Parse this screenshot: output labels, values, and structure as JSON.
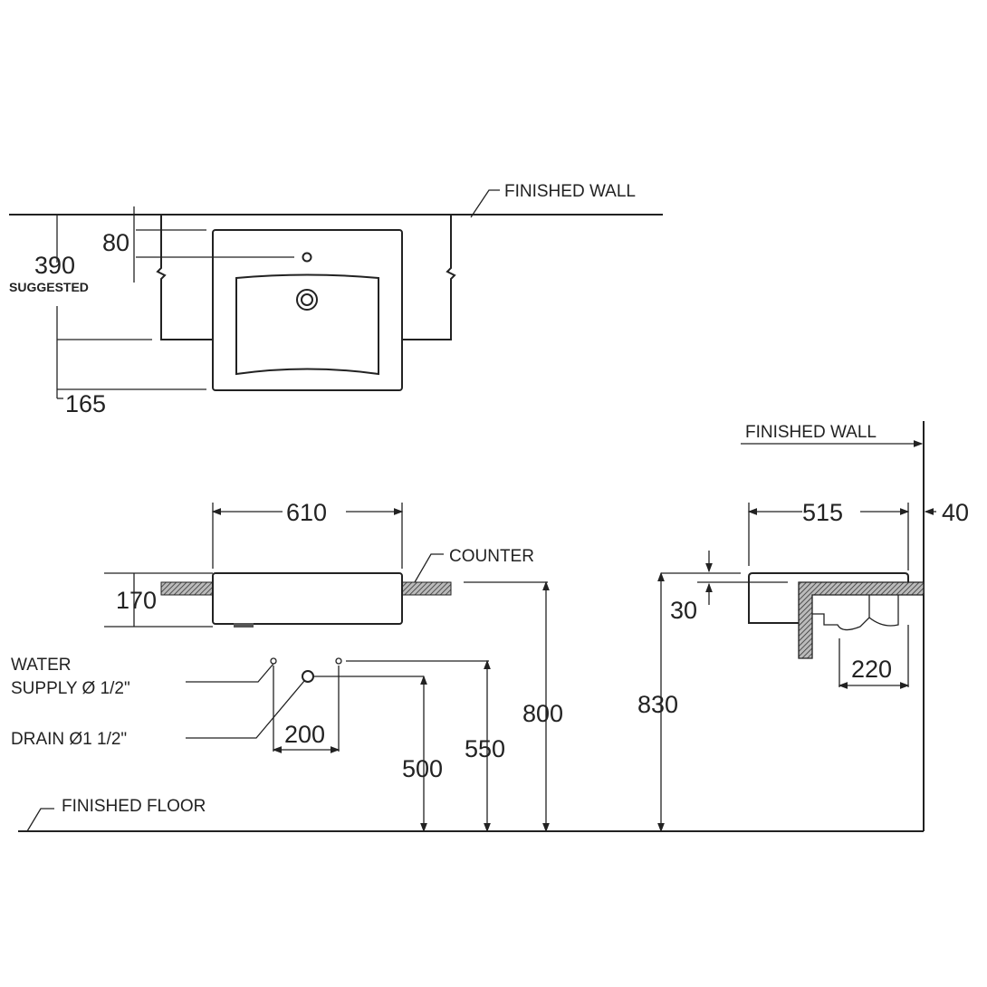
{
  "plan_view": {
    "finished_wall_label": "FINISHED WALL",
    "dim_80": "80",
    "dim_390": "390",
    "suggested_label": "SUGGESTED",
    "dim_165": "165"
  },
  "front_view": {
    "dim_610": "610",
    "counter_label": "COUNTER",
    "dim_170": "170",
    "water_label": "WATER",
    "supply_label": "SUPPLY Ø 1/2\"",
    "drain_label": "DRAIN Ø1  1/2\"",
    "dim_200": "200",
    "dim_500": "500",
    "dim_550": "550",
    "dim_800": "800",
    "finished_floor_label": "FINISHED FLOOR"
  },
  "side_view": {
    "finished_wall_label": "FINISHED WALL",
    "dim_515": "515",
    "dim_40": "40",
    "dim_30": "30",
    "dim_830": "830",
    "dim_220": "220"
  }
}
